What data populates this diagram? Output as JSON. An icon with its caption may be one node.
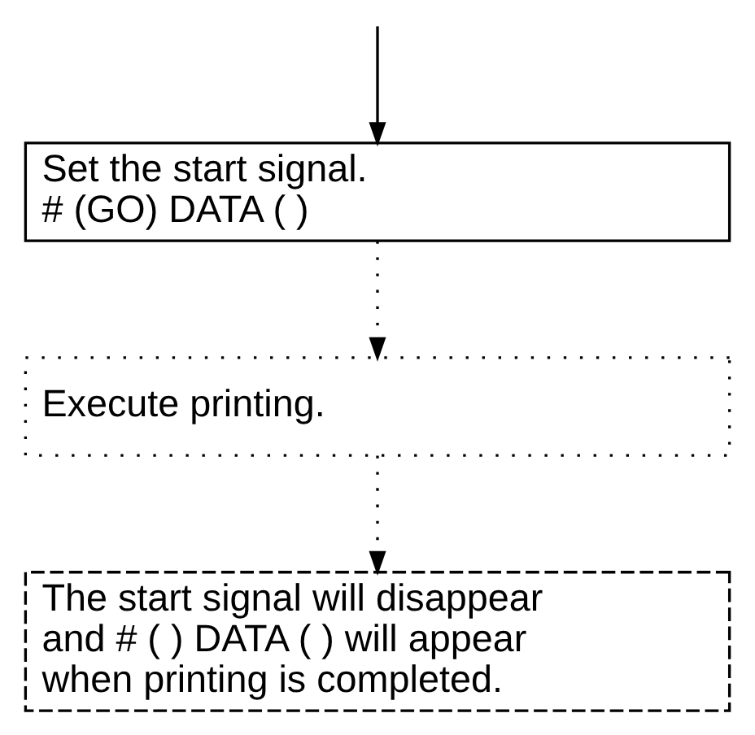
{
  "diagram": {
    "nodes": [
      {
        "text": [
          "Set the start signal.",
          "# (GO) DATA ( )"
        ]
      },
      {
        "text": [
          "Execute printing."
        ]
      },
      {
        "text": [
          "The start signal will disappear and # ( ) DATA ( ) will appear when printing is completed."
        ]
      }
    ],
    "edges": [
      {
        "from": null,
        "to": 0,
        "arrow": "to"
      },
      {
        "from": 0,
        "to": 1,
        "arrow": "to",
        "style": "dashed"
      },
      {
        "from": 1,
        "to": 2,
        "arrow": "to",
        "style": "dashed"
      }
    ]
  }
}
